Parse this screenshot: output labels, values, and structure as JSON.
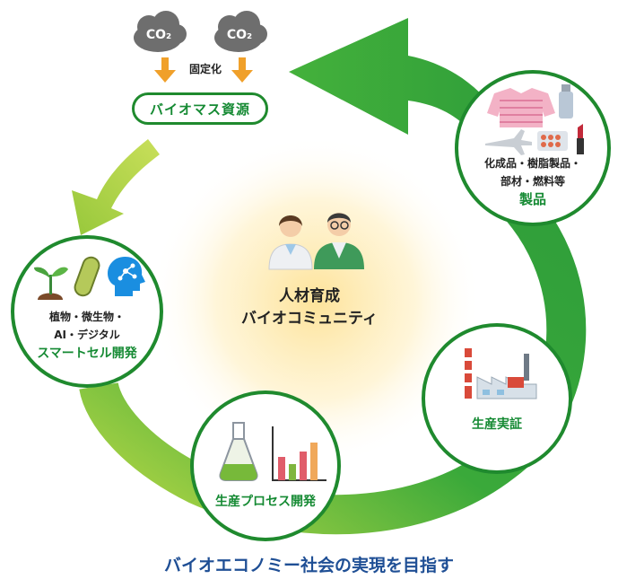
{
  "clouds": [
    "CO₂",
    "CO₂"
  ],
  "fixation_label": "固定化",
  "biomass_label": "バイオマス資源",
  "center": {
    "line1": "人材育成",
    "line2": "バイオコミュニティ"
  },
  "products": {
    "line1": "化成品・樹脂製品・",
    "line2": "部材・燃料等",
    "title": "製品"
  },
  "smartcell": {
    "line1": "植物・微生物・",
    "line2": "AI・デジタル",
    "title": "スマートセル開発"
  },
  "process": {
    "title": "生産プロセス開発"
  },
  "demo": {
    "title": "生産実証"
  },
  "footer": "バイオエコノミー社会の実現を目指す",
  "colors": {
    "arrow_dark": "#2f9e3a",
    "arrow_light": "#b7d84a",
    "node_border": "#1f8a2e",
    "title_green": "#158a33",
    "footer_blue": "#1f4f95",
    "glow": "#fde9a8"
  },
  "icons": [
    "sprout-icon",
    "microbe-icon",
    "ai-brain-icon",
    "sweater-icon",
    "bottle-icon",
    "airplane-icon",
    "pills-icon",
    "lipstick-icon",
    "factory-icon",
    "flask-icon",
    "bar-chart-icon",
    "researcher-female-icon",
    "researcher-male-icon"
  ]
}
